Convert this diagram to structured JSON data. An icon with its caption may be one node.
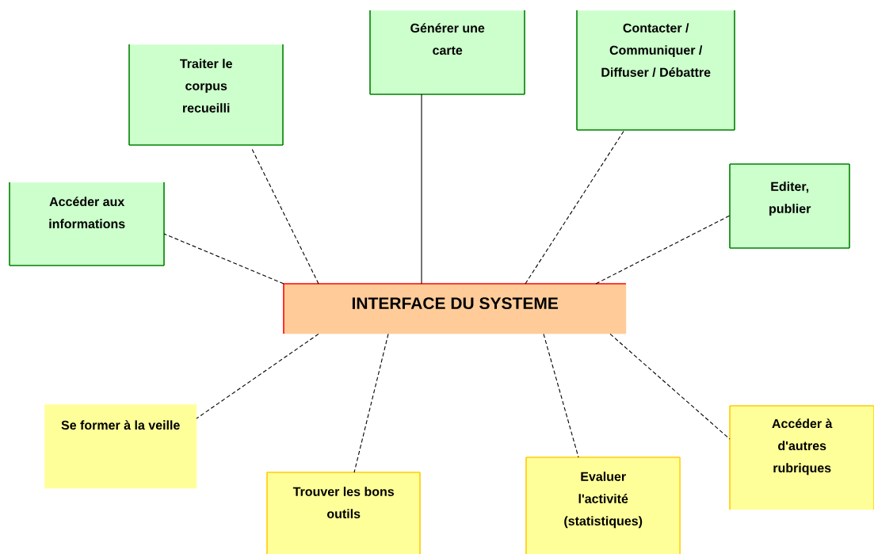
{
  "diagram": {
    "nodes": [
      {
        "text": [
          "Accéder aux informations"
        ]
      },
      {
        "text": [
          "Traiter le corpus recueilli"
        ]
      },
      {
        "text": [
          "Générer une carte"
        ]
      },
      {
        "text": [
          "Contacter / Communiquer / Diffuser / Débattre"
        ]
      },
      {
        "text": [
          "Editer, publier"
        ]
      },
      {
        "text": [
          "INTERFACE DU SYSTEME"
        ]
      },
      {
        "text": [
          "Se former à la veille"
        ]
      },
      {
        "text": [
          "Trouver les bons outils"
        ]
      },
      {
        "text": [
          "Evaluer l'activité (statistiques)"
        ]
      },
      {
        "text": [
          "Accéder à d'autres rubriques"
        ]
      }
    ],
    "edges": [
      {
        "from": 5,
        "to": 0,
        "arrow": "none",
        "style": "dashed"
      },
      {
        "from": 5,
        "to": 1,
        "arrow": "none",
        "style": "dashed"
      },
      {
        "from": 5,
        "to": 2,
        "arrow": "none"
      },
      {
        "from": 5,
        "to": 3,
        "arrow": "none",
        "style": "dashed"
      },
      {
        "from": 5,
        "to": 4,
        "arrow": "none",
        "style": "dashed"
      },
      {
        "from": 5,
        "to": 6,
        "arrow": "none",
        "style": "dashed"
      },
      {
        "from": 5,
        "to": 7,
        "arrow": "none",
        "style": "dashed"
      },
      {
        "from": 5,
        "to": 8,
        "arrow": "none",
        "style": "dashed"
      },
      {
        "from": 5,
        "to": 9,
        "arrow": "none",
        "style": "dashed"
      }
    ]
  }
}
